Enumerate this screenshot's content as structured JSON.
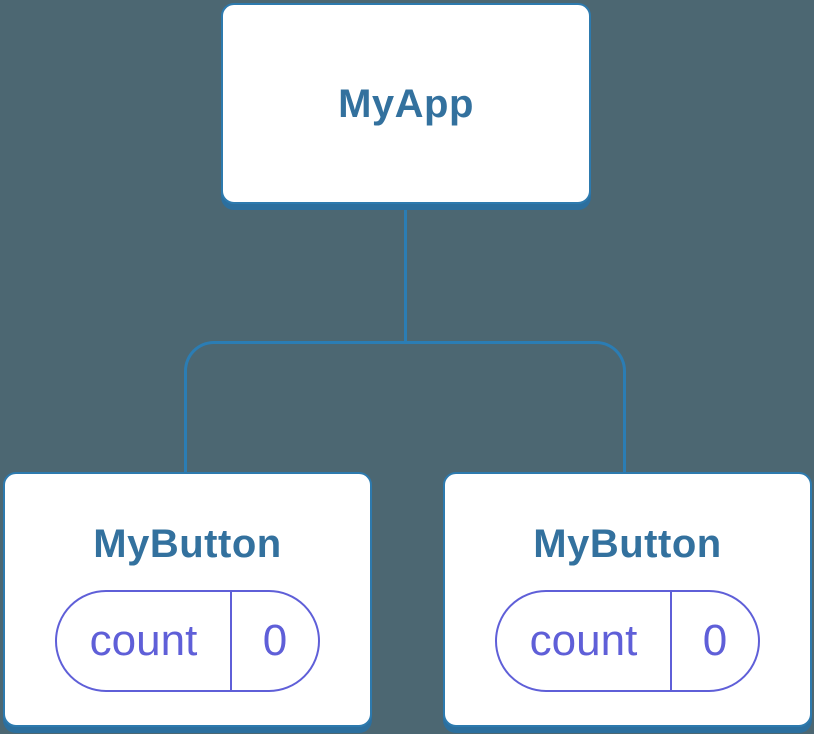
{
  "diagram": {
    "type": "component-tree",
    "root": {
      "label": "MyApp"
    },
    "children": [
      {
        "label": "MyButton",
        "state": {
          "key": "count",
          "value": "0"
        }
      },
      {
        "label": "MyButton",
        "state": {
          "key": "count",
          "value": "0"
        }
      }
    ]
  },
  "colors": {
    "background": "#4c6772",
    "node_fill": "#ffffff",
    "node_border": "#2d7aae",
    "node_shadow": "#2c6f9e",
    "connector": "#2b7db4",
    "title_text": "#33719e",
    "state_accent": "#5f5fd8"
  }
}
